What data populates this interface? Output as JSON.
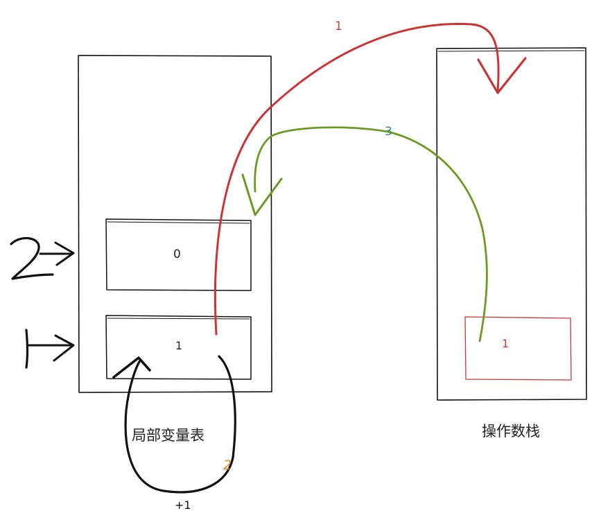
{
  "local_vars": {
    "label": "局部变量表",
    "slots": [
      {
        "index_mark": "2",
        "value": "0"
      },
      {
        "index_mark": "1",
        "value": "1"
      }
    ]
  },
  "operand_stack": {
    "label": "操作数栈",
    "entries": [
      {
        "value": "1"
      }
    ]
  },
  "steps": [
    {
      "number": "1",
      "color": "#d03a3a"
    },
    {
      "number": "2",
      "color": "#f08a1c"
    },
    {
      "number": "3",
      "color": "#2a8f7a"
    }
  ],
  "increment_label": "+1",
  "colors": {
    "stroke": "#111111",
    "red_arrow": "#cc3333",
    "green_arrow": "#6a9a22",
    "black_arrow": "#111111",
    "stack_entry": "#cc3333"
  }
}
